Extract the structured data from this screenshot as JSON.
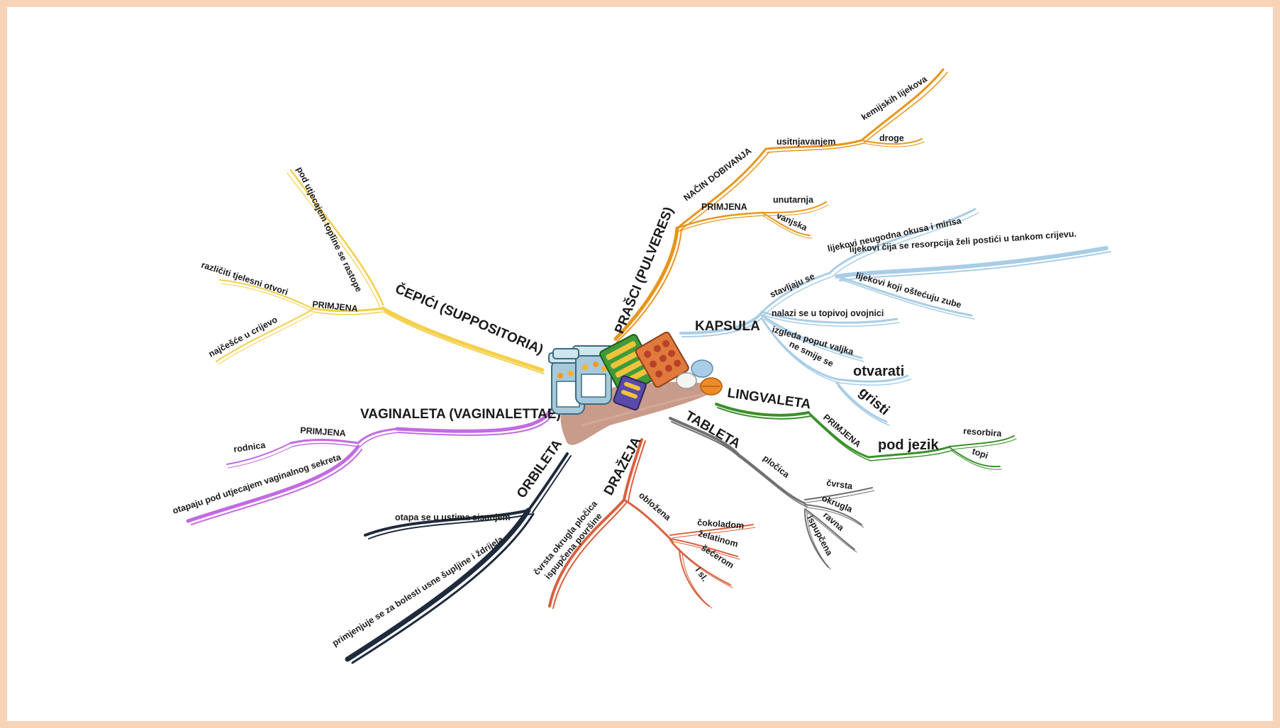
{
  "colors": {
    "frame": "#f7d3b8",
    "prasci": "#e8951c",
    "kapsula": "#a9cde6",
    "lingvaleta": "#3b8f2a",
    "tableta": "#707070",
    "drazeja": "#d9603f",
    "orbileta": "#1f2a3c",
    "vaginaleta": "#c36ae3",
    "cepici": "#f4cf4a"
  },
  "central_image": "medicine-bottles-and-pills-icon",
  "branches": {
    "prasci": {
      "title": "PRAŠCI (PULVERES)",
      "nacin": "NAČIN DOBIVANJA",
      "usitnjavanjem": "usitnjavanjem",
      "kemijskih": "kemijskih lijekova",
      "droge": "droge",
      "primjena": "PRIMJENA",
      "unutarnja": "unutarnja",
      "vanjska": "vanjska"
    },
    "kapsula": {
      "title": "KAPSULA",
      "stavljaju": "stavljaju se",
      "neugodna": "lijekovi neugodna okusa i mirisa",
      "resorpcija": "lijekovi čija se resorpcija želi postići u tankom crijevu.",
      "zube": "lijekovi koji oštećuju zube",
      "nalazi": "nalazi se u topivoj ovojnici",
      "izgleda": "izgleda poput valjka",
      "ne_smije": "ne smije se",
      "otvarati": "otvarati",
      "gristi": "gristi"
    },
    "lingvaleta": {
      "title": "LINGVALETA",
      "primjena": "PRIMJENA",
      "pod_jezik": "pod jezik",
      "resorbira": "resorbira",
      "topi": "topi"
    },
    "tableta": {
      "title": "TABLETA",
      "plocica": "pločica",
      "cvrsta": "čvrsta",
      "okrugla": "okrugla",
      "ravna": "ravna",
      "ispupcena": "ispupčena"
    },
    "drazeja": {
      "title": "DRAŽEJA",
      "obloz": "obložena",
      "cokoladom": "čokoladom",
      "zelatinom": "želatinom",
      "secerom": "šećerom",
      "isl": "i sl.",
      "cvrsta_1": "čvrsta okrugla pločica",
      "cvrsta_2": "ispupčena površine"
    },
    "orbileta": {
      "title": "ORBILETA",
      "otapa": "otapa se u ustima sisanjem",
      "primjenjuje": "primjenjuje se za bolesti usne šupljine i ždrijela"
    },
    "vaginaleta": {
      "title": "VAGINALETA (VAGINALETTAE)",
      "primjena": "PRIMJENA",
      "rodnica": "rodnica",
      "otapaju": "otapaju pod utjecajem vaginalnog sekreta"
    },
    "cepici": {
      "title": "ČEPIĆI (SUPPOSITORIA)",
      "primjena": "PRIMJENA",
      "razliciti": "različiti tjelesni otvori",
      "najcesce": "najčešće u crijevo",
      "topline": "pod utjecajem topline se rastope"
    }
  }
}
